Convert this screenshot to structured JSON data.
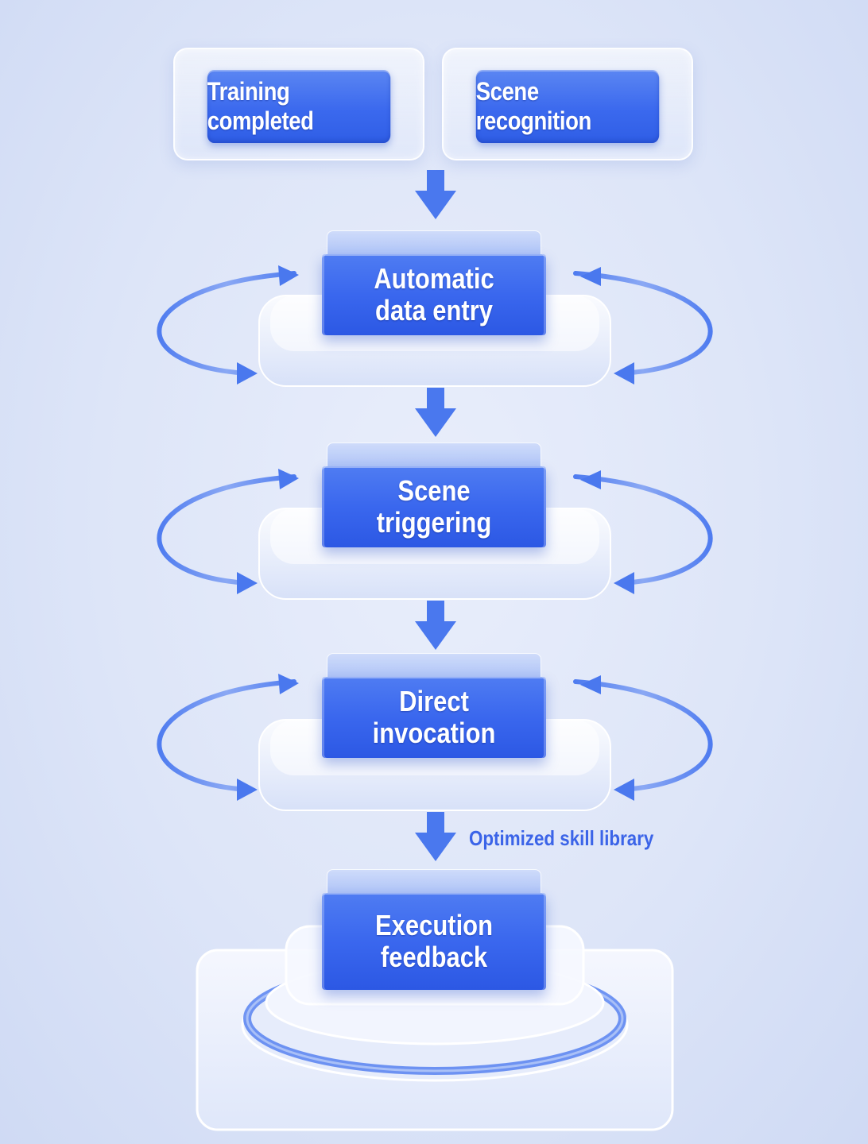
{
  "inputs": [
    {
      "label": "Training completed"
    },
    {
      "label": "Scene recognition"
    }
  ],
  "stages": [
    {
      "line1": "Automatic",
      "line2": "data entry"
    },
    {
      "line1": "Scene",
      "line2": "triggering"
    },
    {
      "line1": "Direct",
      "line2": "invocation"
    },
    {
      "line1": "Execution",
      "line2": "feedback"
    }
  ],
  "annotation": {
    "text": "Optimized skill library"
  },
  "colors": {
    "accent": "#3a67ee",
    "arrow": "#4a78ee",
    "loop": "#6f93f0",
    "background": "#dde5f8",
    "platform": "#f1f4fd"
  }
}
